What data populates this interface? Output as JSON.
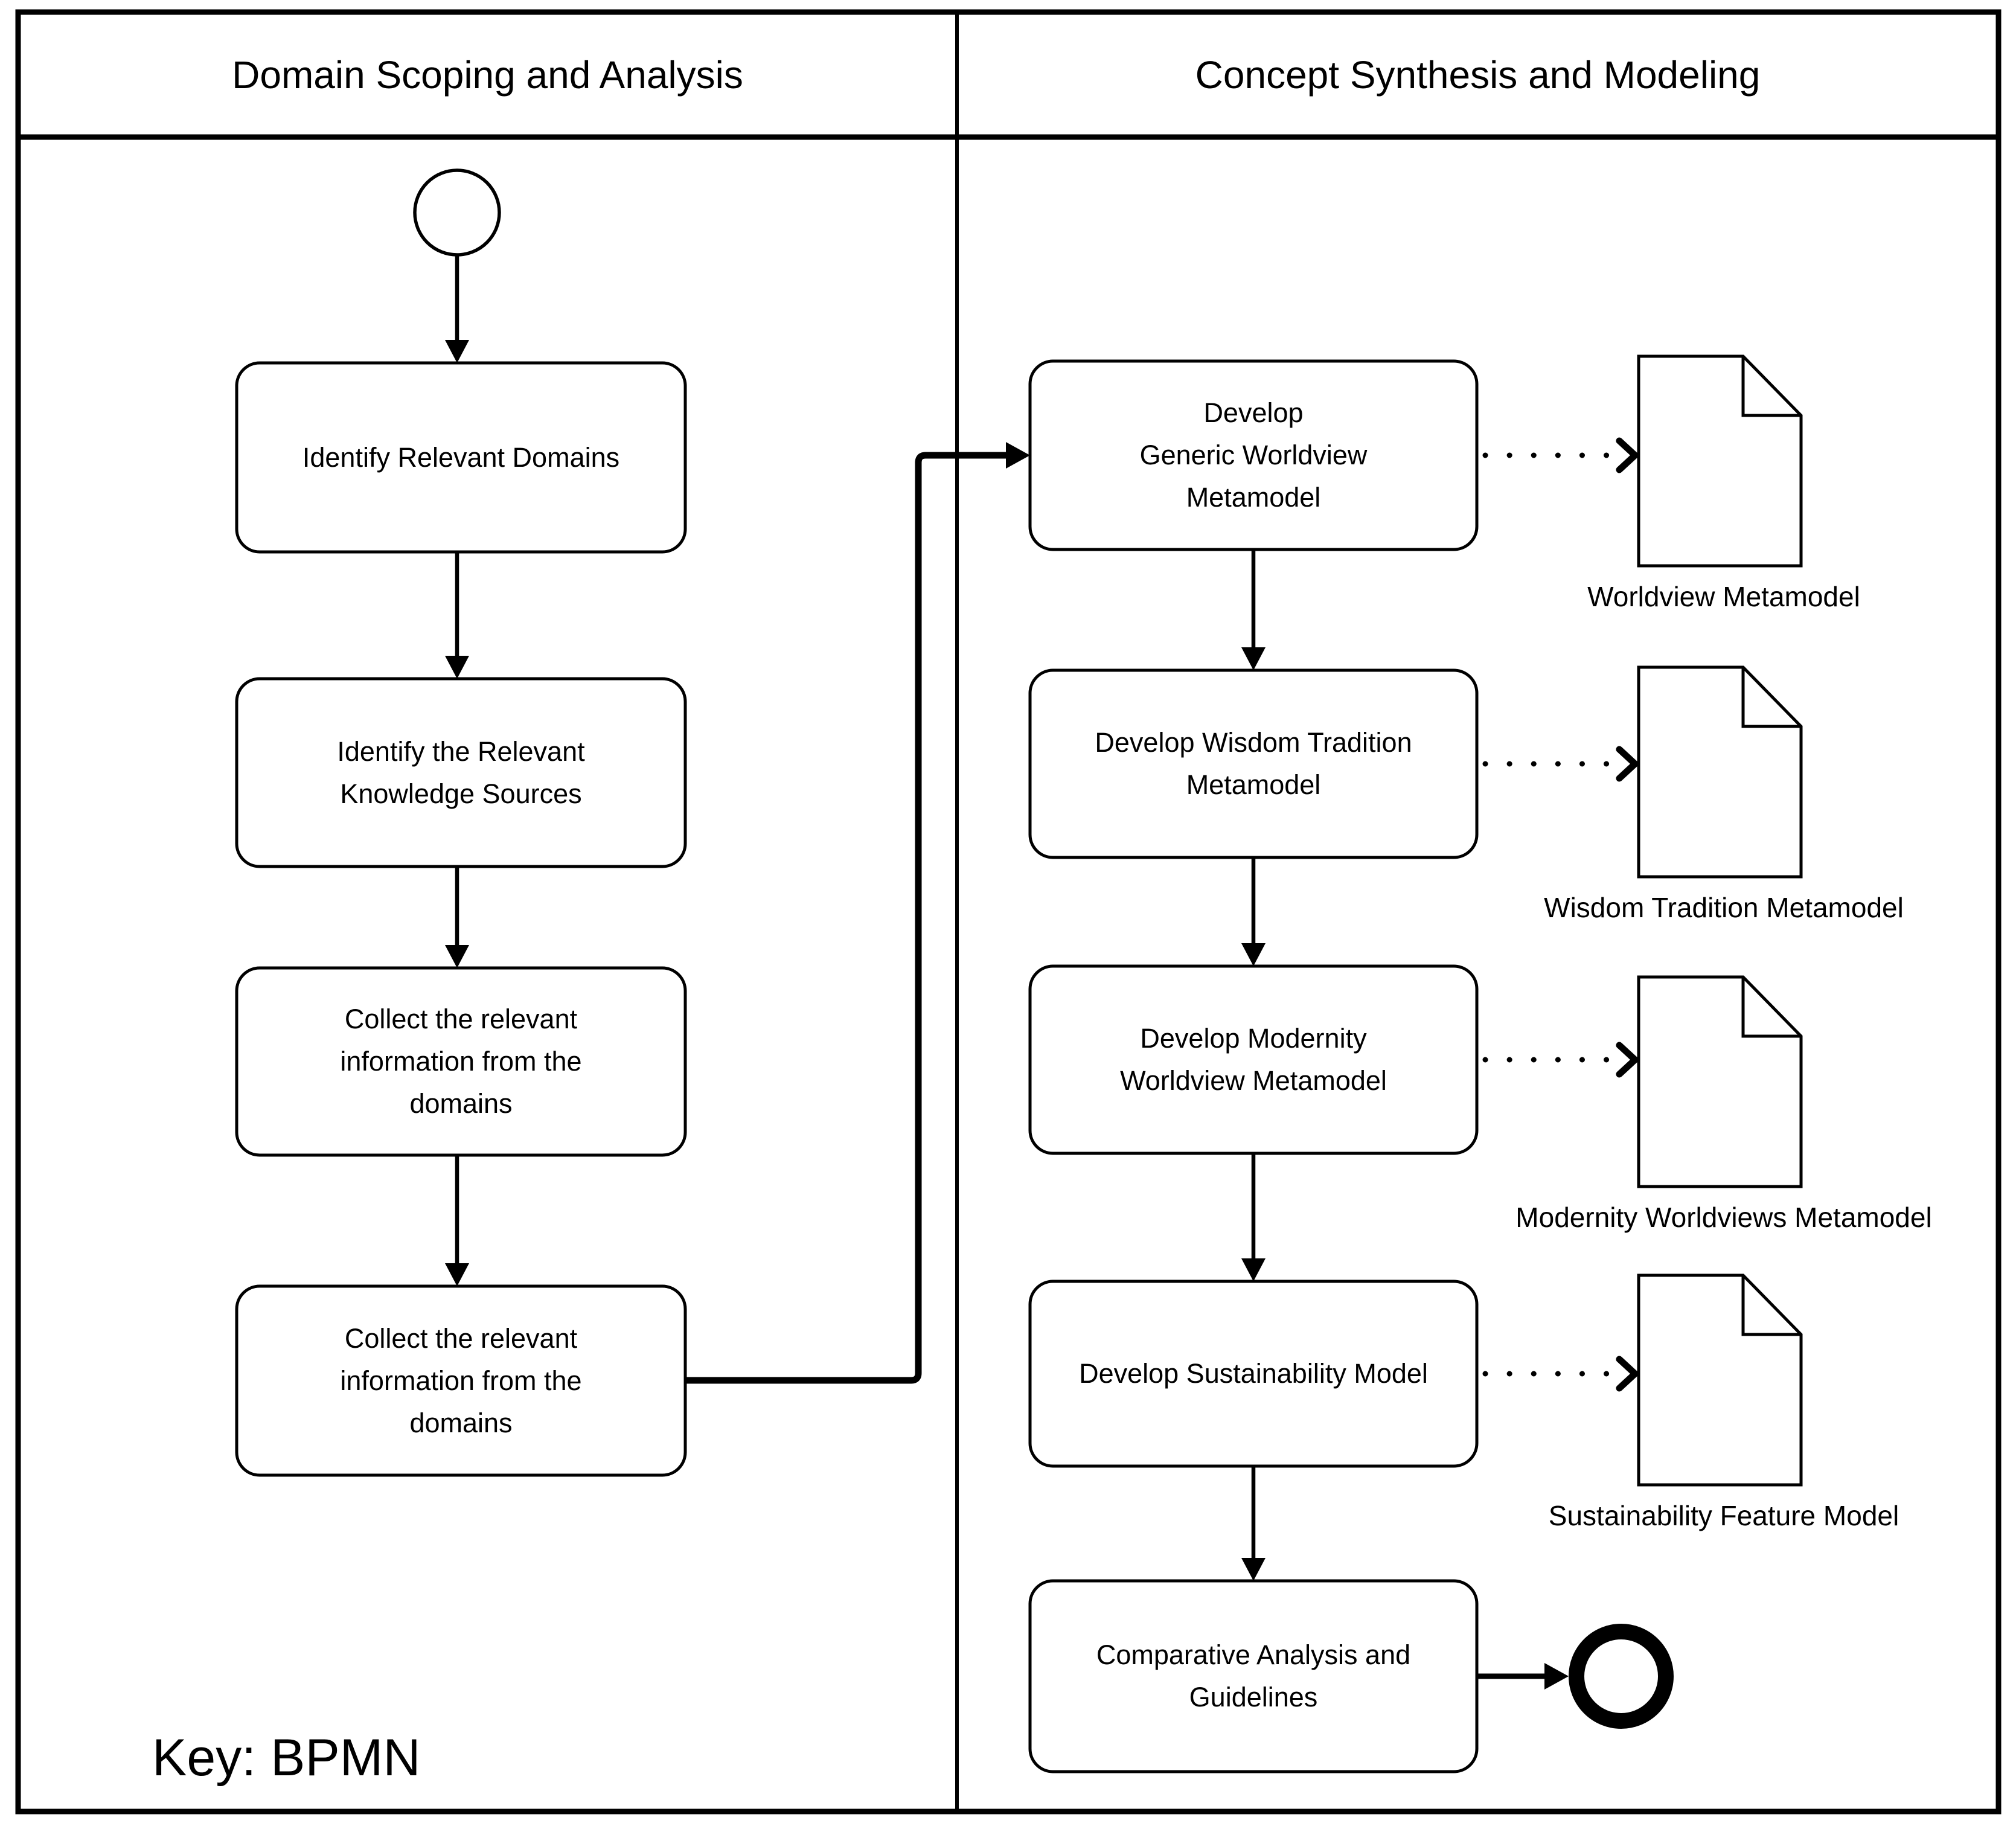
{
  "colors": {
    "ink": "#000000",
    "paper": "#ffffff"
  },
  "key_label": "Key: BPMN",
  "lanes": {
    "left": {
      "title": "Domain Scoping and Analysis"
    },
    "right": {
      "title": "Concept Synthesis and Modeling"
    }
  },
  "left_tasks": [
    {
      "label": "Identify Relevant Domains"
    },
    {
      "label": "Identify the Relevant\nKnowledge Sources"
    },
    {
      "label": "Collect the relevant\ninformation from the\ndomains"
    },
    {
      "label": "Collect the relevant\ninformation from the\ndomains"
    }
  ],
  "right_tasks": [
    {
      "label": "Develop\nGeneric Worldview\nMetamodel"
    },
    {
      "label": "Develop Wisdom Tradition\nMetamodel"
    },
    {
      "label": "Develop Modernity\nWorldview Metamodel"
    },
    {
      "label": "Develop Sustainability Model"
    },
    {
      "label": "Comparative Analysis and\nGuidelines"
    }
  ],
  "documents": [
    {
      "label": "Worldview Metamodel"
    },
    {
      "label": "Wisdom Tradition Metamodel"
    },
    {
      "label": "Modernity Worldviews Metamodel"
    },
    {
      "label": "Sustainability Feature Model"
    }
  ]
}
